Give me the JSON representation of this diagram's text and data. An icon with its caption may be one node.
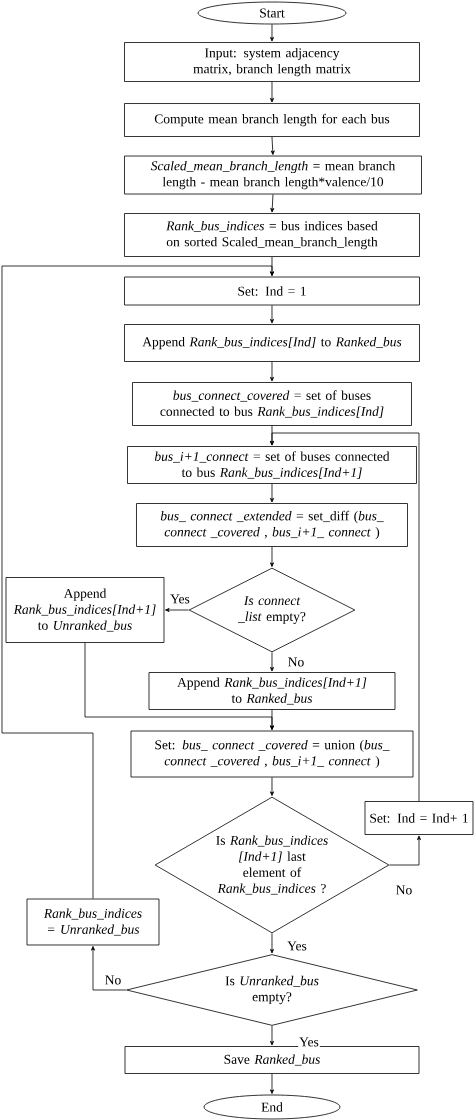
{
  "diagram": {
    "nodes": [
      {
        "text": [
          "Start"
        ]
      },
      {
        "text": [
          "Input: system adjacency matrix, branch length matrix"
        ]
      },
      {
        "text": [
          "Compute mean branch length for each bus"
        ]
      },
      {
        "text": [
          "*Scaled_mean_branch_length* = mean branch length - mean branch length*valence/10"
        ]
      },
      {
        "text": [
          "*Rank_bus_indices* = bus indices based on sorted Scaled_mean_branch_length"
        ]
      },
      {
        "text": [
          "Set: Ind = 1"
        ]
      },
      {
        "text": [
          "Append *Rank_bus_indices[Ind]* to *Ranked_bus*"
        ]
      },
      {
        "text": [
          "*bus_connect_covered* = set of buses connected to bus *Rank_bus_indices[Ind]*"
        ]
      },
      {
        "text": [
          "*bus_i+1_connect* = set of buses connected to bus *Rank_bus_indices[Ind+1]*"
        ]
      },
      {
        "text": [
          "*bus_ connect _extended* = set_diff (*bus_ connect _covered* , *bus_i+1_ connect* )"
        ]
      },
      {
        "text": [
          "*Is connect _list* empty?"
        ]
      },
      {
        "text": [
          "Append *Rank_bus_indices[Ind+1]* to *Unranked_bus*"
        ]
      },
      {
        "text": [
          "Append *Rank_bus_indices[Ind+1]* to *Ranked_bus*"
        ]
      },
      {
        "text": [
          "Set: *bus_ connect _covered* = union (*bus_ connect _covered* , *bus_i+1_ connect* )"
        ]
      },
      {
        "text": [
          "Is *Rank_bus_indices [Ind+1]* last element of *Rank_bus_indices* ?"
        ]
      },
      {
        "text": [
          "Set: Ind = Ind+ 1"
        ]
      },
      {
        "text": [
          "*Rank_bus_indices = Unranked_bus*"
        ]
      },
      {
        "text": [
          "Is *Unranked_bus* empty?"
        ]
      },
      {
        "text": [
          "Save *Ranked_bus*"
        ]
      },
      {
        "text": [
          "End"
        ]
      }
    ],
    "edges": [
      {
        "from": 0,
        "to": 1,
        "arrow": "to"
      },
      {
        "from": 1,
        "to": 2,
        "arrow": "to"
      },
      {
        "from": 2,
        "to": 3,
        "arrow": "to"
      },
      {
        "from": 3,
        "to": 4,
        "arrow": "to"
      },
      {
        "from": 4,
        "to": 5,
        "arrow": "to"
      },
      {
        "from": 5,
        "to": 6,
        "arrow": "to"
      },
      {
        "from": 6,
        "to": 7,
        "arrow": "to"
      },
      {
        "from": 7,
        "to": 8,
        "arrow": "to"
      },
      {
        "from": 8,
        "to": 9,
        "arrow": "to"
      },
      {
        "from": 9,
        "to": 10,
        "arrow": "to"
      },
      {
        "from": 10,
        "to": 11,
        "arrow": "to",
        "label": "Yes"
      },
      {
        "from": 10,
        "to": 12,
        "arrow": "to",
        "label": "No"
      },
      {
        "from": 11,
        "to": 13,
        "arrow": "to"
      },
      {
        "from": 12,
        "to": 13,
        "arrow": "to"
      },
      {
        "from": 13,
        "to": 14,
        "arrow": "to"
      },
      {
        "from": 14,
        "to": 15,
        "arrow": "to",
        "label": "No"
      },
      {
        "from": 15,
        "to": 8,
        "arrow": "to"
      },
      {
        "from": 14,
        "to": 17,
        "arrow": "to",
        "label": "Yes"
      },
      {
        "from": 17,
        "to": 16,
        "arrow": "to",
        "label": "No"
      },
      {
        "from": 16,
        "to": 5,
        "arrow": "to"
      },
      {
        "from": 17,
        "to": 18,
        "arrow": "to",
        "label": "Yes"
      },
      {
        "from": 18,
        "to": 19,
        "arrow": "to"
      }
    ]
  }
}
